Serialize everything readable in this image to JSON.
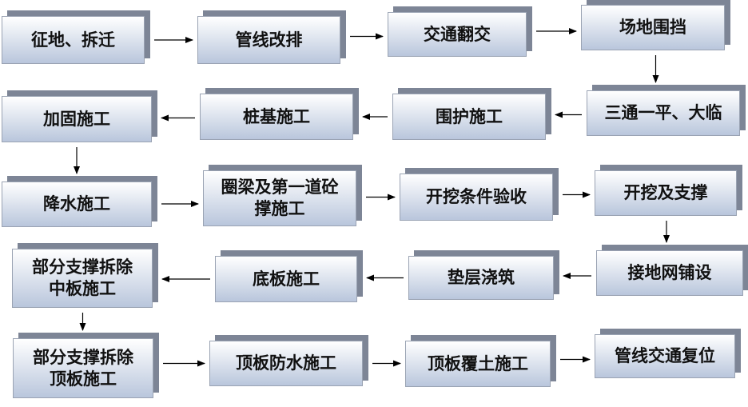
{
  "colors": {
    "box_gradient_top": "#ffffff",
    "box_gradient_bottom": "#b9c6dc",
    "box_shadow": "#7d8596",
    "arrow": "#000000"
  },
  "steps": [
    {
      "id": "s1",
      "label": "征地、拆迁"
    },
    {
      "id": "s2",
      "label": "管线改排"
    },
    {
      "id": "s3",
      "label": "交通翻交"
    },
    {
      "id": "s4",
      "label": "场地围挡"
    },
    {
      "id": "s5",
      "label": "三通一平、大临"
    },
    {
      "id": "s6",
      "label": "围护施工"
    },
    {
      "id": "s7",
      "label": "桩基施工"
    },
    {
      "id": "s8",
      "label": "加固施工"
    },
    {
      "id": "s9",
      "label": "降水施工"
    },
    {
      "id": "s10",
      "label": "圈梁及第一道砼\n撑施工"
    },
    {
      "id": "s11",
      "label": "开挖条件验收"
    },
    {
      "id": "s12",
      "label": "开挖及支撑"
    },
    {
      "id": "s13",
      "label": "接地网铺设"
    },
    {
      "id": "s14",
      "label": "垫层浇筑"
    },
    {
      "id": "s15",
      "label": "底板施工"
    },
    {
      "id": "s16",
      "label": "部分支撑拆除\n中板施工"
    },
    {
      "id": "s17",
      "label": "部分支撑拆除\n顶板施工"
    },
    {
      "id": "s18",
      "label": "顶板防水施工"
    },
    {
      "id": "s19",
      "label": "顶板覆土施工"
    },
    {
      "id": "s20",
      "label": "管线交通复位"
    }
  ],
  "flow": [
    [
      "s1",
      "s2"
    ],
    [
      "s2",
      "s3"
    ],
    [
      "s3",
      "s4"
    ],
    [
      "s4",
      "s5"
    ],
    [
      "s5",
      "s6"
    ],
    [
      "s6",
      "s7"
    ],
    [
      "s7",
      "s8"
    ],
    [
      "s8",
      "s9"
    ],
    [
      "s9",
      "s10"
    ],
    [
      "s10",
      "s11"
    ],
    [
      "s11",
      "s12"
    ],
    [
      "s12",
      "s13"
    ],
    [
      "s13",
      "s14"
    ],
    [
      "s14",
      "s15"
    ],
    [
      "s15",
      "s16"
    ],
    [
      "s16",
      "s17"
    ],
    [
      "s17",
      "s18"
    ],
    [
      "s18",
      "s19"
    ],
    [
      "s19",
      "s20"
    ]
  ]
}
